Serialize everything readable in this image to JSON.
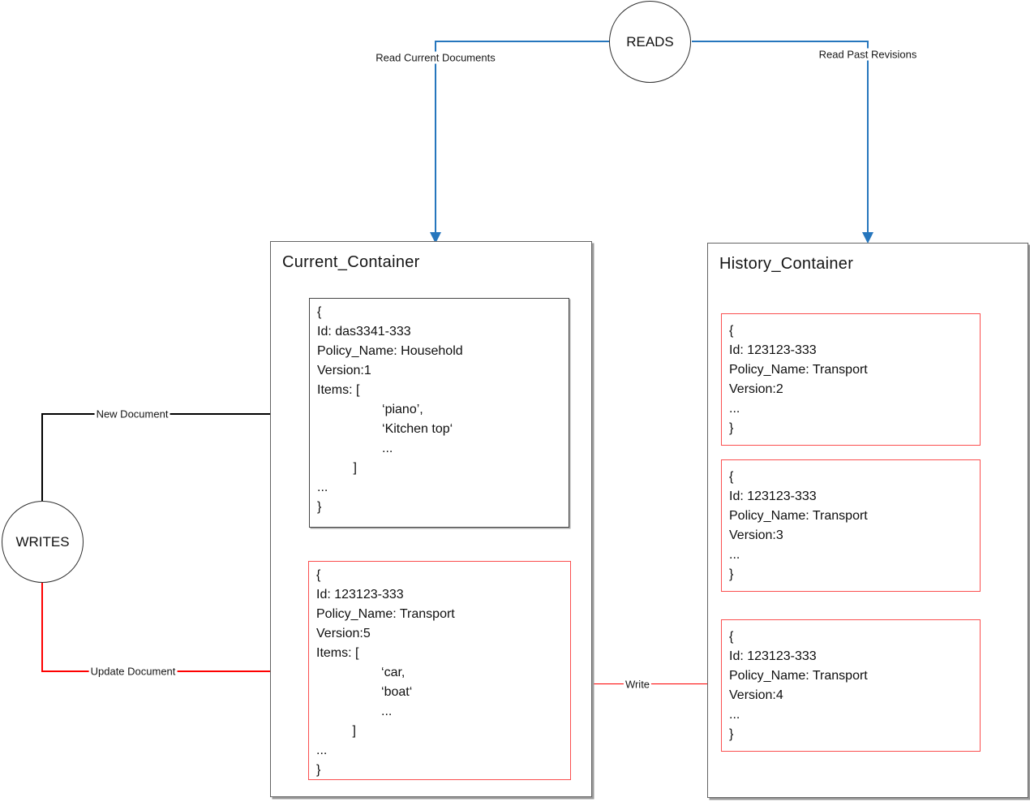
{
  "nodes": {
    "reads": {
      "label": "READS"
    },
    "writes": {
      "label": "WRITES"
    }
  },
  "connectors": {
    "read_current": {
      "label": "Read Current Documents"
    },
    "read_past": {
      "label": "Read Past Revisions"
    },
    "new_document": {
      "label": "New Document"
    },
    "update_document": {
      "label": "Update Document"
    },
    "write": {
      "label": "Write"
    }
  },
  "colors": {
    "read_flow": "#2676bd",
    "write_flow": "#fe0000",
    "new_doc_flow": "#000000",
    "doc_highlight_border": "#fb4f4f",
    "doc_default_border": "#454545"
  },
  "current_container": {
    "title": "Current_Container",
    "documents": [
      {
        "name": "household-v1",
        "lines": [
          "{",
          "Id: das3341-333",
          "Policy_Name: Household",
          "Version:1",
          "Items: [",
          "                  ‘piano’,",
          "                  ‘Kitchen top‘",
          "                  ...",
          "          ]",
          "...",
          "}"
        ]
      },
      {
        "name": "transport-v5",
        "lines": [
          "{",
          "Id: 123123-333",
          "Policy_Name: Transport",
          "Version:5",
          "Items: [",
          "                  ‘car,",
          "                  ‘boat‘",
          "                  ...",
          "          ]",
          "...",
          "}"
        ]
      }
    ]
  },
  "history_container": {
    "title": "History_Container",
    "documents": [
      {
        "name": "transport-v2",
        "lines": [
          "{",
          "Id: 123123-333",
          "Policy_Name: Transport",
          "Version:2",
          "...",
          "}"
        ]
      },
      {
        "name": "transport-v3",
        "lines": [
          "{",
          "Id: 123123-333",
          "Policy_Name: Transport",
          "Version:3",
          "...",
          "}"
        ]
      },
      {
        "name": "transport-v4",
        "lines": [
          "{",
          "Id: 123123-333",
          "Policy_Name: Transport",
          "Version:4",
          "...",
          "}"
        ]
      }
    ]
  }
}
